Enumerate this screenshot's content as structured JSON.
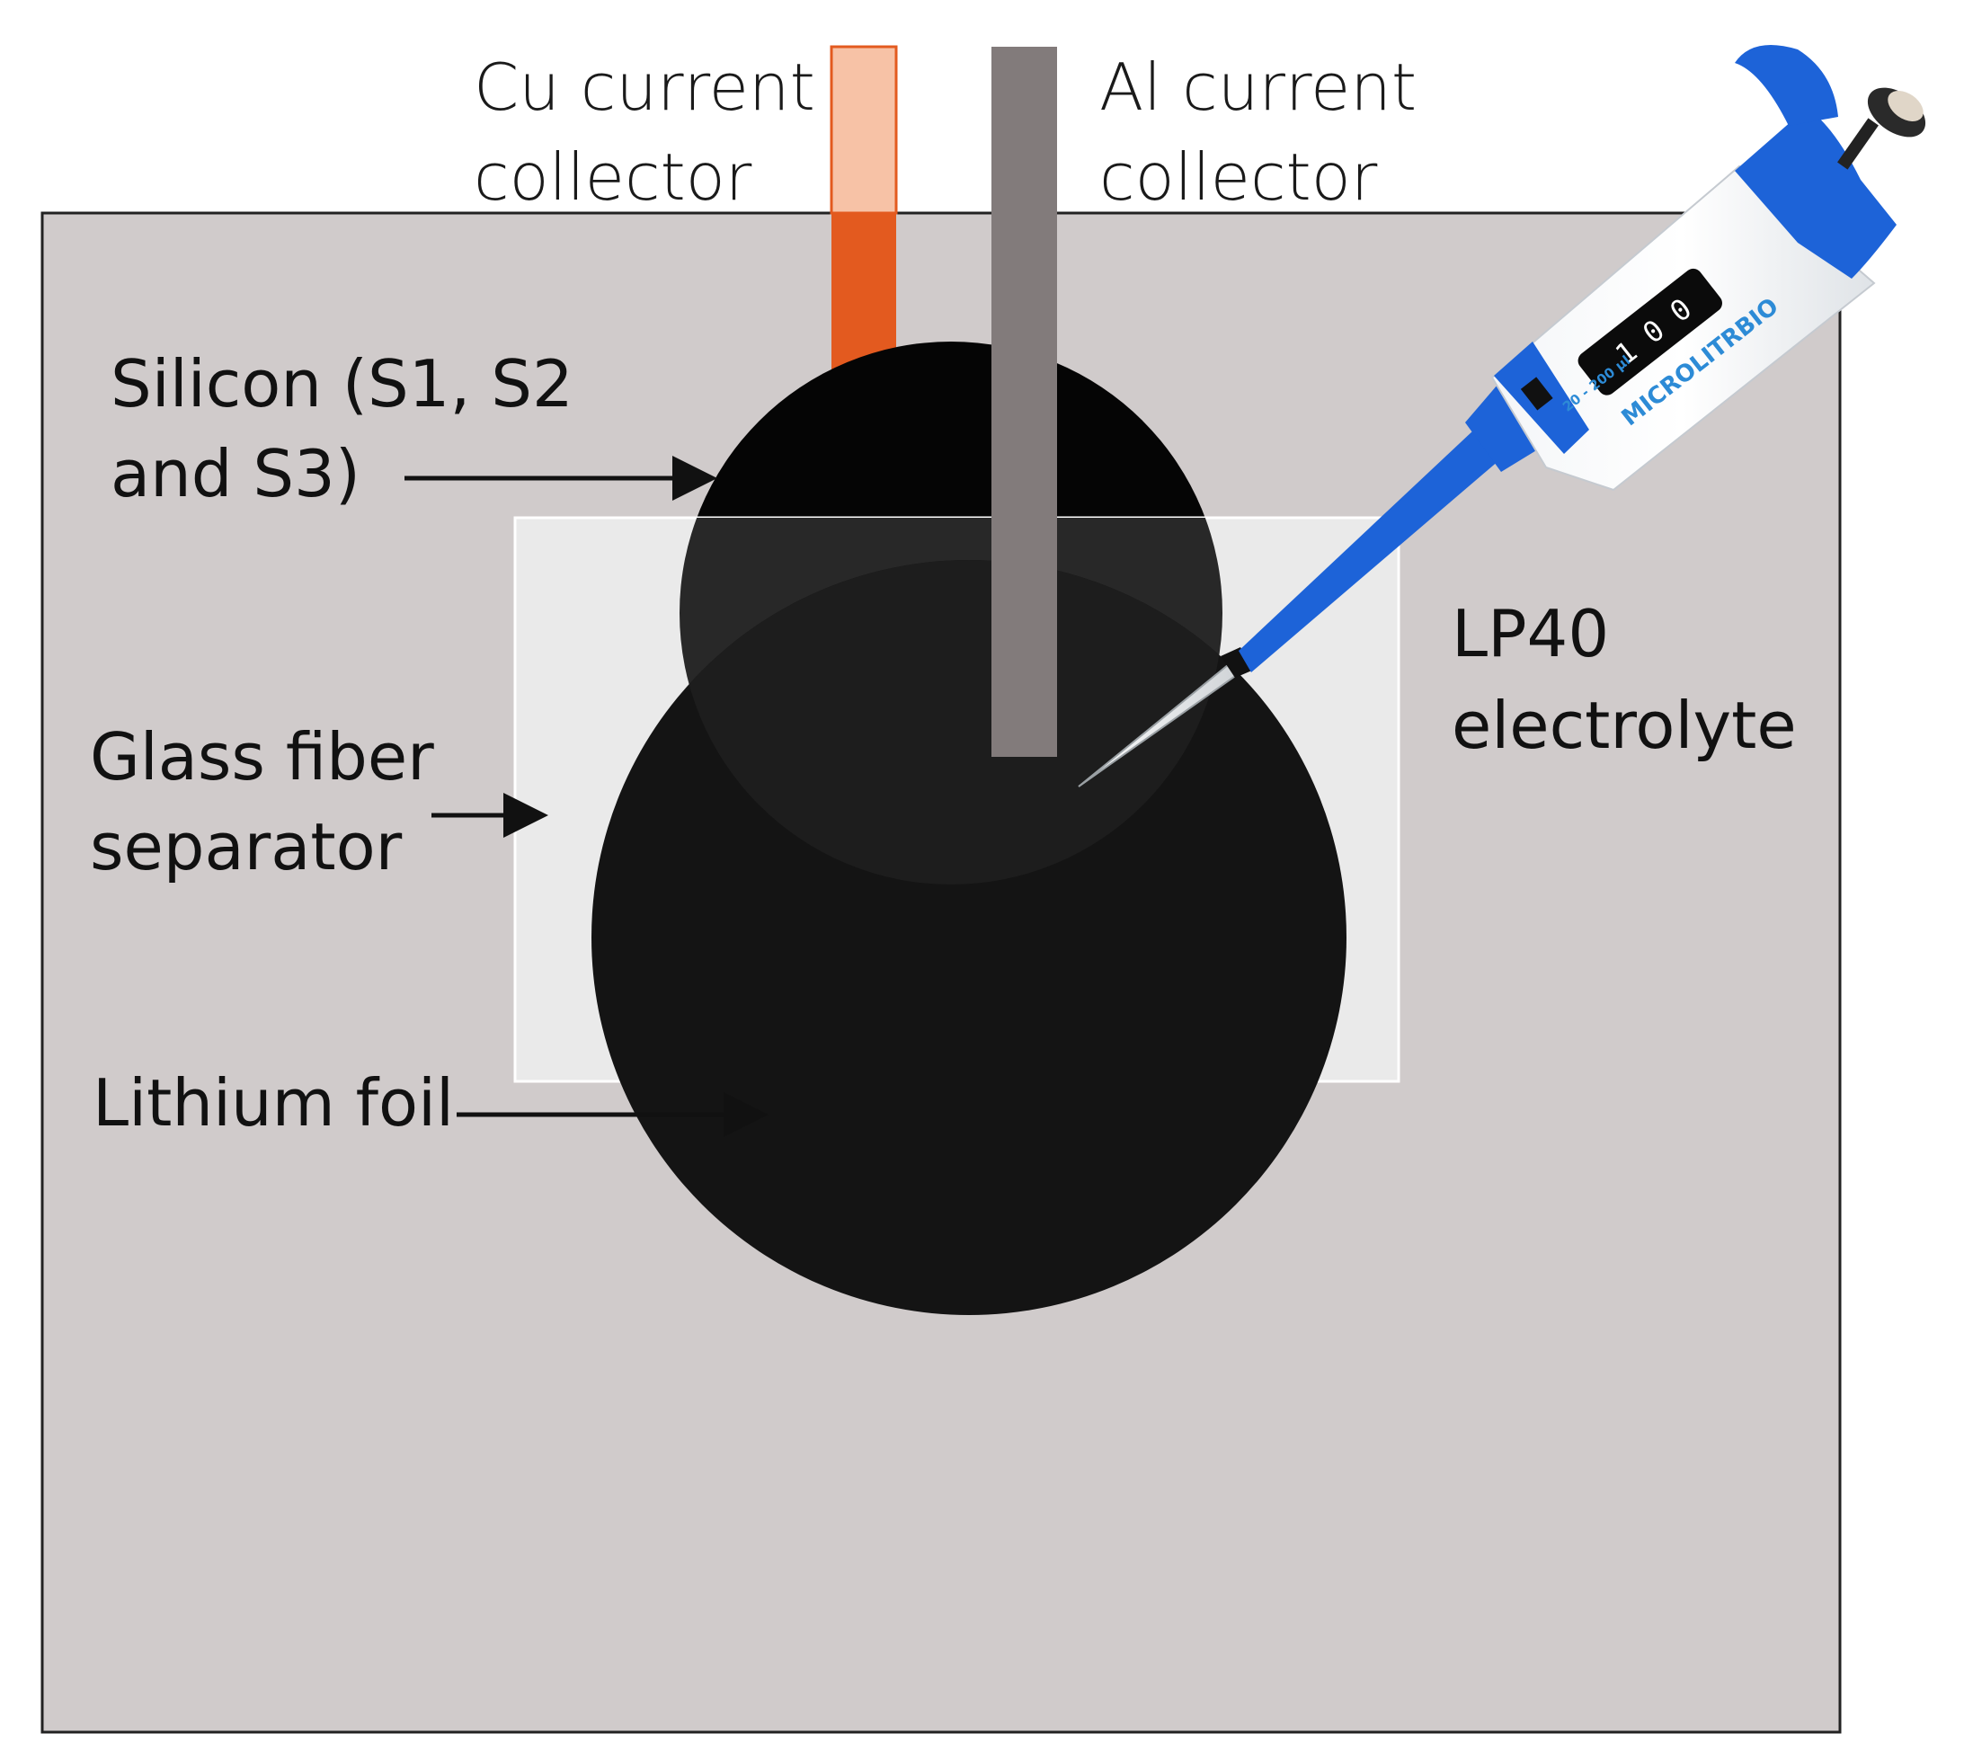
{
  "labels": {
    "cu_collector": [
      "Cu current",
      "collector"
    ],
    "al_collector": [
      "Al current",
      "collector"
    ],
    "silicon": [
      "Silicon (S1, S2",
      "and S3)"
    ],
    "separator": [
      "Glass fiber",
      "separator"
    ],
    "lithium": "Lithium foil",
    "electrolyte": [
      "LP40",
      "electrolyte"
    ]
  },
  "pipette": {
    "brand": "MICROLITRBIO",
    "counter": "1 0 0",
    "volume_mark": "20 - 200 µl"
  },
  "colors": {
    "pouch": "#d0cbcb",
    "cu_tab": "#e35a1f",
    "cu_tab_light": "#f7c2a6",
    "al_tab": "#827b7b",
    "separator": "#ececec",
    "electrode": "#141414",
    "pipette_blue": "#1d63d8"
  }
}
